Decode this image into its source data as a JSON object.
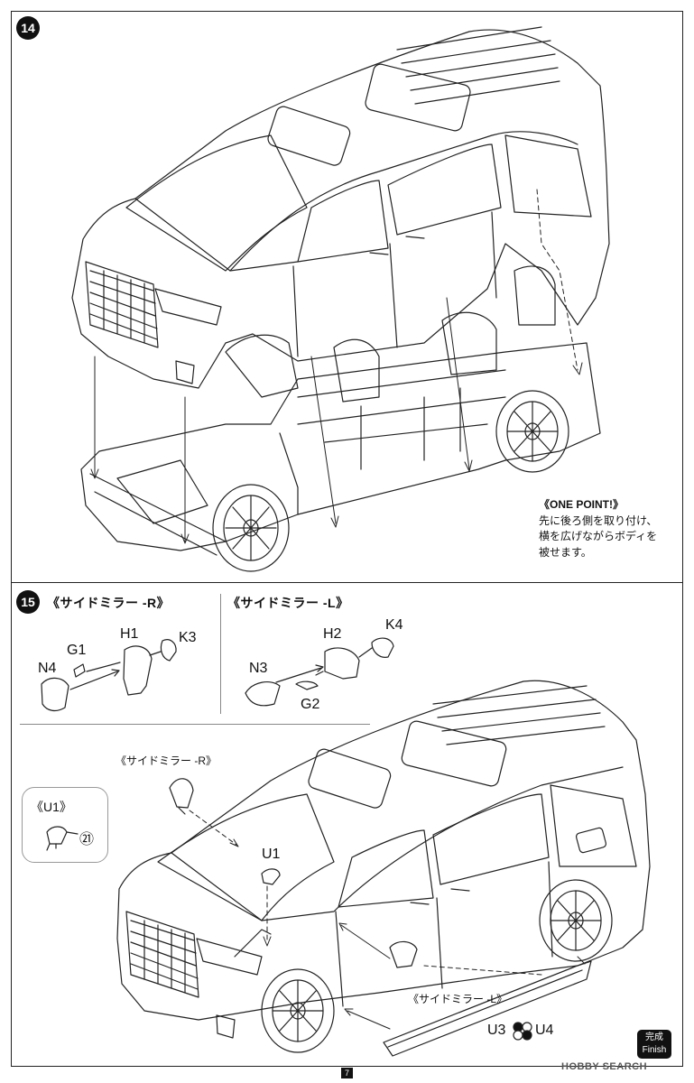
{
  "steps": [
    {
      "number": "14"
    },
    {
      "number": "15"
    }
  ],
  "one_point": {
    "title": "《ONE POINT!》",
    "lines": [
      "先に後ろ側を取り付け、",
      "横を広げながらボディを",
      "被せます。"
    ]
  },
  "step15": {
    "group_r_title": "《サイドミラー -R》",
    "group_l_title": "《サイドミラー -L》",
    "parts_r": {
      "n": "N4",
      "g": "G1",
      "h": "H1",
      "k": "K3"
    },
    "parts_l": {
      "n": "N3",
      "g": "G2",
      "h": "H2",
      "k": "K4"
    },
    "callout_mirror_r": "《サイドミラー -R》",
    "callout_mirror_l": "《サイドミラー -L》",
    "u1_box_title": "《U1》",
    "u1_circled_ref": "㉑",
    "part_u1": "U1",
    "part_u3": "U3",
    "part_u4": "U4"
  },
  "finish": {
    "jp": "完成",
    "en": "Finish"
  },
  "page_number": "7",
  "watermark": "HOBBY SEARCH"
}
